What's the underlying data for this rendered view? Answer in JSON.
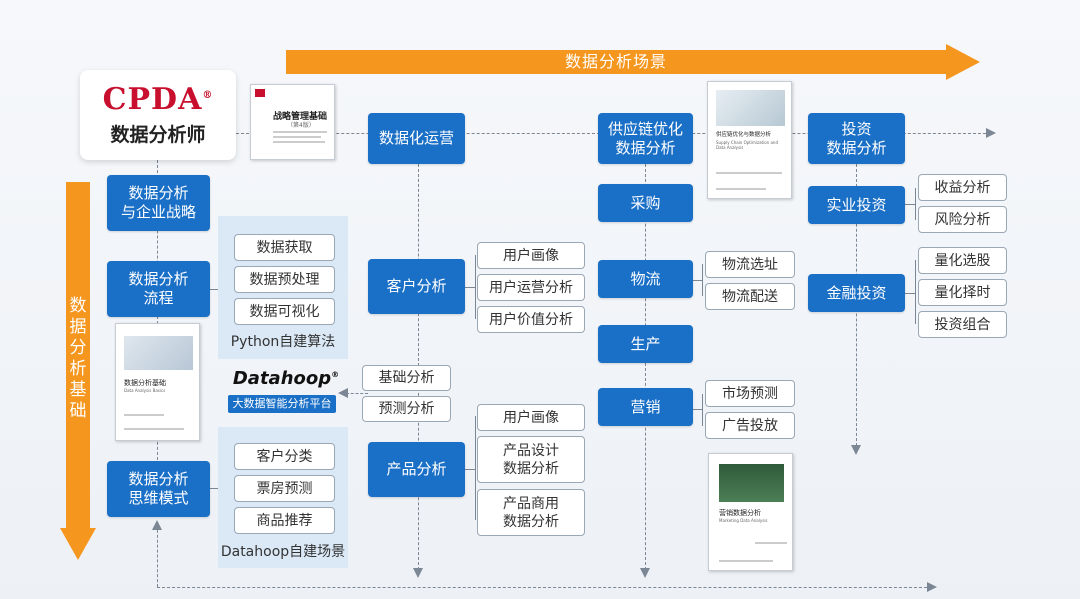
{
  "scene_label": "数据分析场景",
  "foundation_label": "数据分析基础",
  "logo": {
    "brand": "CPDA",
    "registered": "®",
    "subtitle": "数据分析师"
  },
  "left_column": {
    "strategy": "数据分析\n与企业战略",
    "process": "数据分析\n流程",
    "thinking": "数据分析\n思维模式"
  },
  "python_panel": {
    "items": [
      "数据获取",
      "数据预处理",
      "数据可视化"
    ],
    "caption": "Python自建算法"
  },
  "datahoop_panel": {
    "items": [
      "客户分类",
      "票房预测",
      "商品推荐"
    ],
    "caption": "Datahoop自建场景"
  },
  "datahoop": {
    "logo": "Datahoop",
    "registered": "®",
    "tagline": "大数据智能分析平台"
  },
  "analysis_methods": [
    "基础分析",
    "预测分析"
  ],
  "books": {
    "strategy": {
      "title": "战略管理基础",
      "edition": "（第4版）"
    },
    "basics": {
      "title": "数据分析基础",
      "subtitle": "Data Analysis Basics"
    },
    "supply": {
      "title": "供应链优化与数据分析",
      "subtitle": "Supply Chain Optimization and Data Analysis"
    },
    "marketing": {
      "title": "营销数据分析",
      "subtitle": "Marketing Data Analysis"
    }
  },
  "operations": {
    "title": "数据化运营",
    "customer": {
      "label": "客户分析",
      "items": [
        "用户画像",
        "用户运营分析",
        "用户价值分析"
      ]
    },
    "product": {
      "label": "产品分析",
      "items": [
        "用户画像",
        "产品设计\n数据分析",
        "产品商用\n数据分析"
      ]
    }
  },
  "supply_chain": {
    "title": "供应链优化\n数据分析",
    "procurement": "采购",
    "logistics": {
      "label": "物流",
      "items": [
        "物流选址",
        "物流配送"
      ]
    },
    "production": "生产",
    "marketing": {
      "label": "营销",
      "items": [
        "市场预测",
        "广告投放"
      ]
    }
  },
  "investment": {
    "title": "投资\n数据分析",
    "industrial": {
      "label": "实业投资",
      "items": [
        "收益分析",
        "风险分析"
      ]
    },
    "financial": {
      "label": "金融投资",
      "items": [
        "量化选股",
        "量化择时",
        "投资组合"
      ]
    }
  },
  "colors": {
    "accent_orange": "#f5961e",
    "primary_blue": "#1a6fc6",
    "panel_blue": "#dbe9f7",
    "logo_red": "#c8102e"
  }
}
